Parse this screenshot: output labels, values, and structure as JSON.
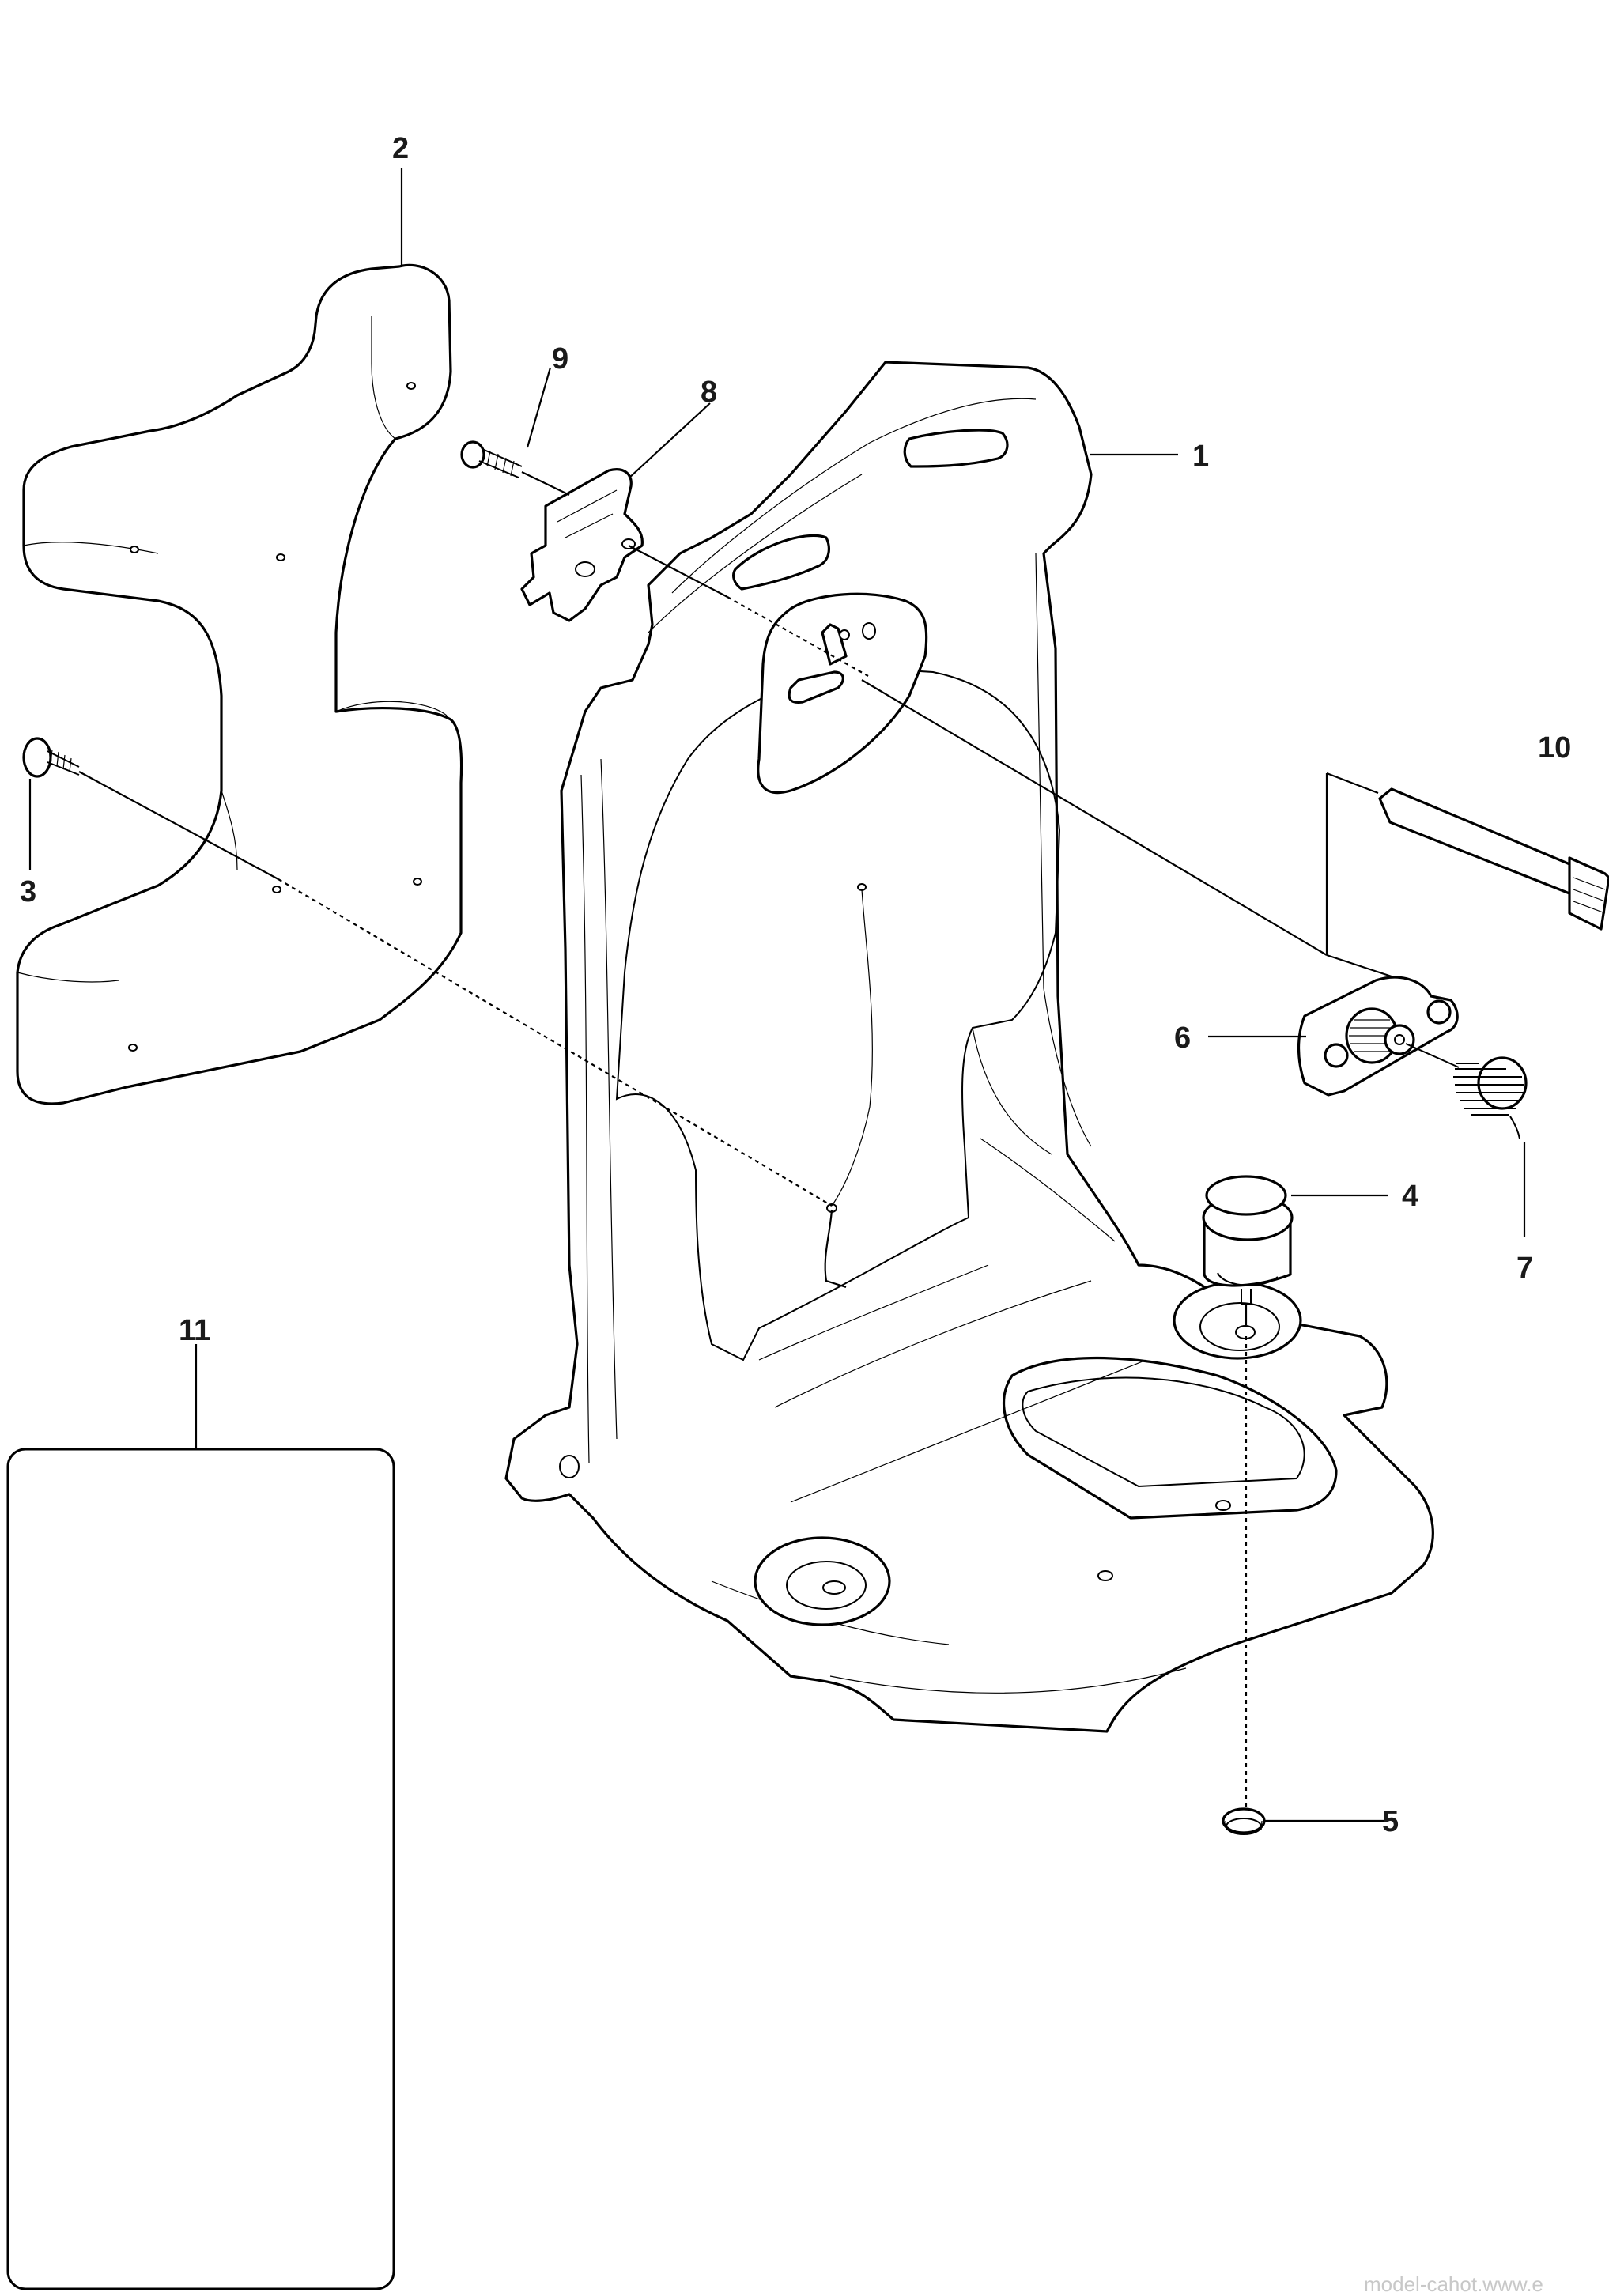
{
  "callouts": {
    "c1": "1",
    "c2": "2",
    "c3": "3",
    "c4": "4",
    "c5": "5",
    "c6": "6",
    "c7": "7",
    "c8": "8",
    "c9": "9",
    "c10": "10",
    "c11": "11"
  },
  "watermark": "model-cahot.www.e"
}
